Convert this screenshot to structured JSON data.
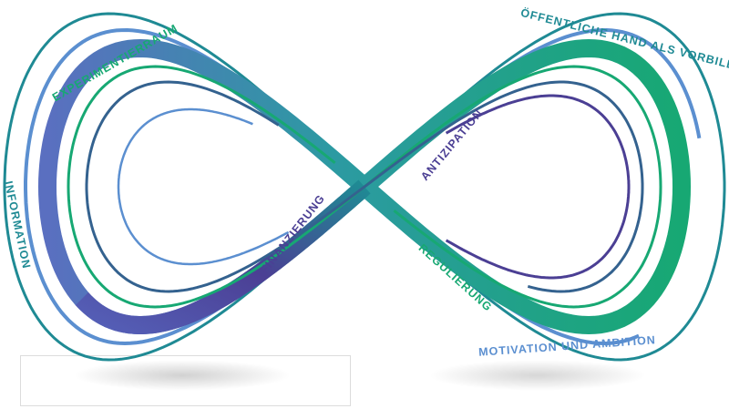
{
  "diagram": {
    "labels": {
      "experimentierraum": "EXPERIMENTIERRAUM",
      "information": "INFORMATION",
      "oeffentliche_hand": "ÖFFENTLICHE HAND ALS VORBILD",
      "motivation": "MOTIVATION UND AMBITION",
      "regulierung": "REGULIERUNG",
      "finanzierung": "FINANZIERUNG",
      "antizipation": "ANTIZIPATION"
    },
    "colors": {
      "blue": "#5b8fd0",
      "teal": "#1f8a94",
      "green": "#17a873",
      "purple": "#4b3f94",
      "slate": "#34628f"
    }
  }
}
